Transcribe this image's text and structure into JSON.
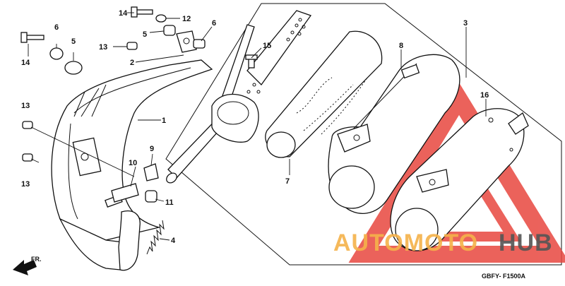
{
  "diagram": {
    "labels": {
      "l1": "1",
      "l2": "2",
      "l3": "3",
      "l4": "4",
      "l5a": "5",
      "l5b": "5",
      "l6a": "6",
      "l6b": "6",
      "l7": "7",
      "l8": "8",
      "l9": "9",
      "l10": "10",
      "l11": "11",
      "l12": "12",
      "l13a": "13",
      "l13b": "13",
      "l13c": "13",
      "l14a": "14",
      "l14b": "14",
      "l15": "15",
      "l16": "16"
    },
    "front_marker": "FR.",
    "drawing_code": "GBFY- F1500A"
  },
  "watermark": {
    "part1": "AUTOMOTO",
    "part2": "HUB",
    "color_orange": "#f5b24a",
    "color_red": "#e8473f",
    "color_gray": "#555555"
  }
}
